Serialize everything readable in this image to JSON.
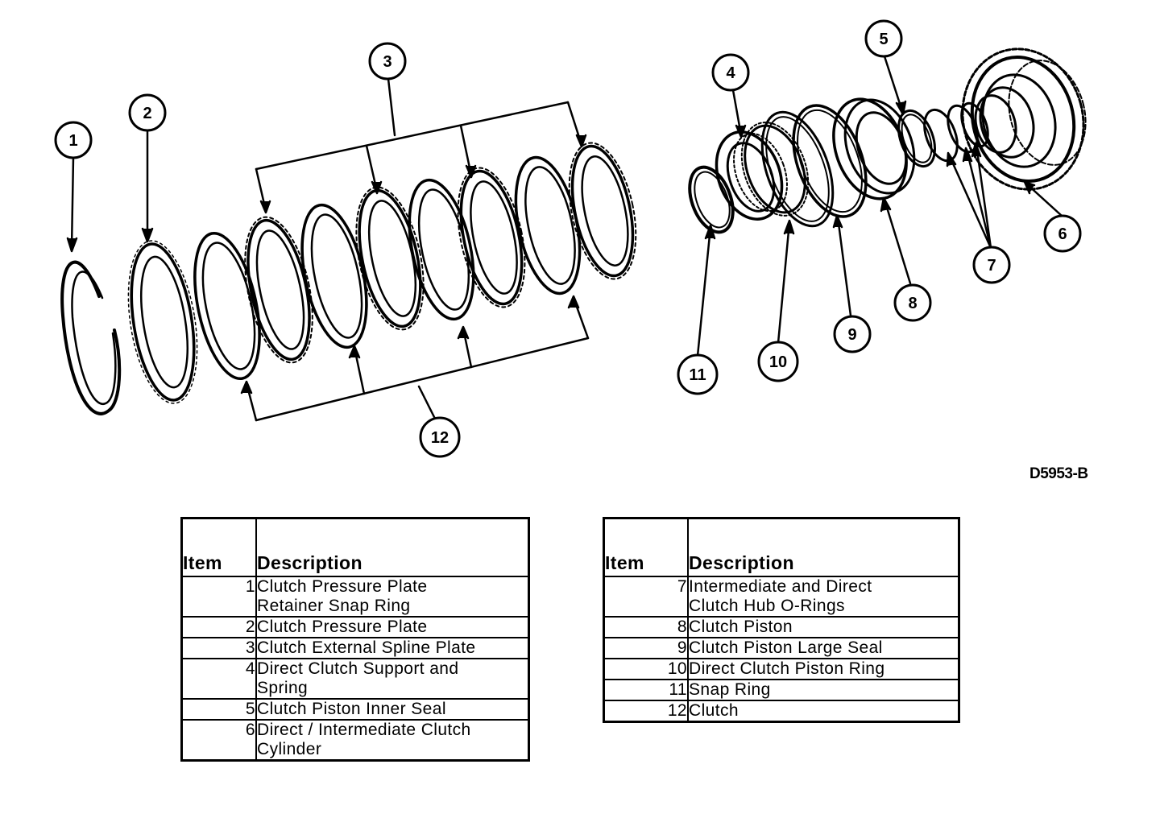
{
  "figure_code": "D5953-B",
  "callouts": [
    "1",
    "2",
    "3",
    "4",
    "5",
    "6",
    "7",
    "8",
    "9",
    "10",
    "11",
    "12"
  ],
  "table_left": {
    "header_item": "Item",
    "header_description": "Description",
    "rows": [
      {
        "item": "1",
        "lines": [
          "Clutch Pressure Plate",
          "Retainer Snap Ring"
        ]
      },
      {
        "item": "2",
        "lines": [
          "Clutch Pressure Plate"
        ]
      },
      {
        "item": "3",
        "lines": [
          "Clutch External Spline Plate"
        ]
      },
      {
        "item": "4",
        "lines": [
          "Direct Clutch Support and",
          "Spring"
        ]
      },
      {
        "item": "5",
        "lines": [
          "Clutch Piston Inner Seal"
        ]
      },
      {
        "item": "6",
        "lines": [
          "Direct / Intermediate Clutch",
          "Cylinder"
        ]
      }
    ]
  },
  "table_right": {
    "header_item": "Item",
    "header_description": "Description",
    "rows": [
      {
        "item": "7",
        "lines": [
          "Intermediate and Direct",
          "Clutch Hub O-Rings"
        ]
      },
      {
        "item": "8",
        "lines": [
          "Clutch Piston"
        ]
      },
      {
        "item": "9",
        "lines": [
          "Clutch Piston Large Seal"
        ]
      },
      {
        "item": "10",
        "lines": [
          "Direct Clutch Piston Ring"
        ]
      },
      {
        "item": "11",
        "lines": [
          "Snap Ring"
        ]
      },
      {
        "item": "12",
        "lines": [
          "Clutch"
        ]
      }
    ]
  }
}
